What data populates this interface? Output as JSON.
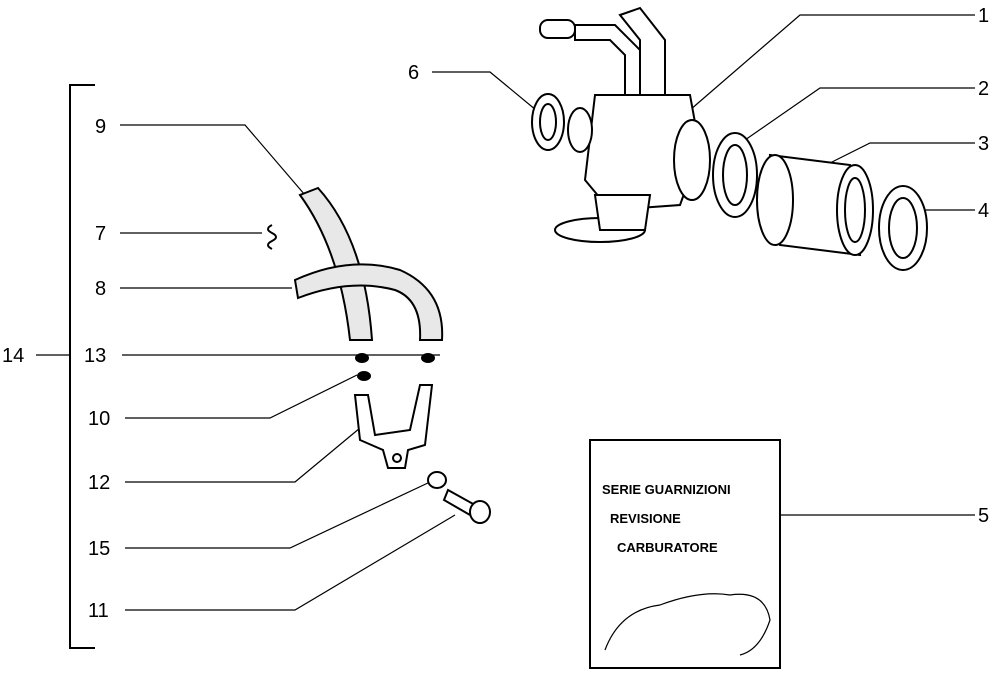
{
  "diagram": {
    "callouts": {
      "c1": "1",
      "c2": "2",
      "c3": "3",
      "c4": "4",
      "c5": "5",
      "c6": "6",
      "c7": "7",
      "c8": "8",
      "c9": "9",
      "c10": "10",
      "c11": "11",
      "c12": "12",
      "c13": "13",
      "c14": "14",
      "c15": "15"
    },
    "kit_box": {
      "line1": "SERIE GUARNIZIONI",
      "line2": "REVISIONE",
      "line3": "CARBURATORE"
    }
  }
}
